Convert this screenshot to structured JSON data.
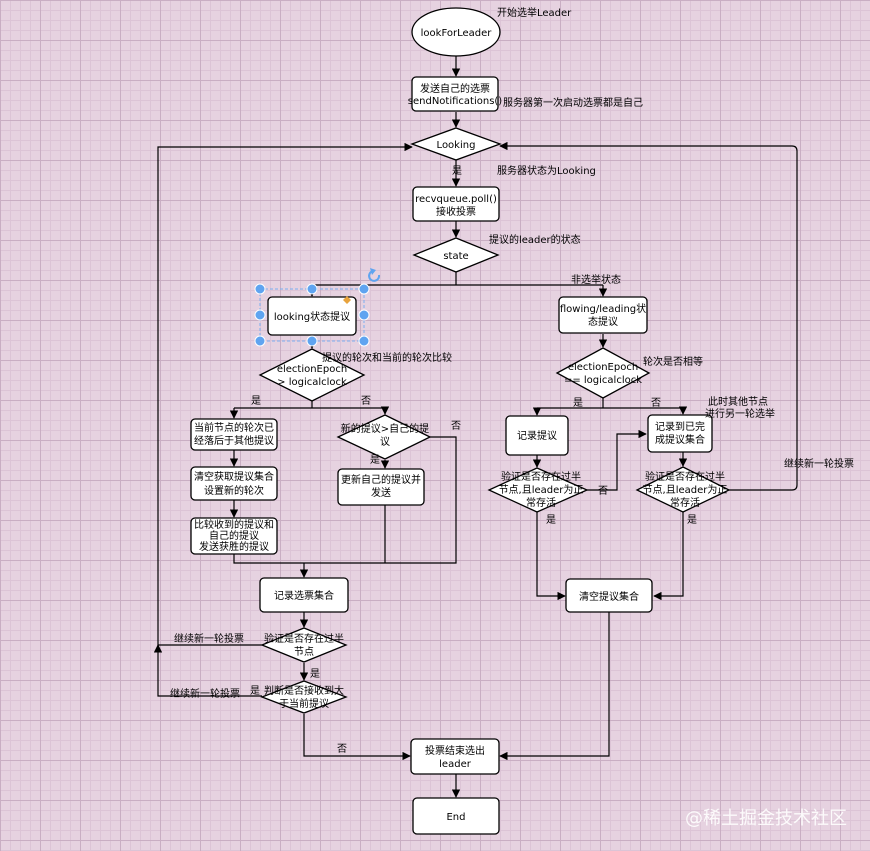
{
  "nodes": {
    "start": "lookForLeader",
    "send_line1": "发送自己的选票",
    "send_line2": "sendNotifications()",
    "looking": "Looking",
    "poll_line1": "recvqueue.poll()",
    "poll_line2": "接收投票",
    "state": "state",
    "looking_prop": "looking状态提议",
    "flowing_line1": "flowing/leading状",
    "flowing_line2": "态提议",
    "epoch_l_line1": "electionEpoch",
    "epoch_l_line2": "> logicalclock",
    "epoch_r_line1": "electionEpoch",
    "epoch_r_line2": "== logicalclock",
    "behind_line1": "当前节点的轮次已",
    "behind_line2": "经落后于其他提议",
    "newer_line1": "新的提议>自己的提",
    "newer_line2": "议",
    "clear_set_line1": "清空获取提议集合",
    "clear_set_line2": "设置新的轮次",
    "update_line1": "更新自己的提议并",
    "update_line2": "发送",
    "compare_line1": "比较收到的提议和",
    "compare_line2": "自己的提议",
    "compare_line3": "发送获胜的提议",
    "record_votes": "记录选票集合",
    "verify_half_line1": "验证是否存在过半",
    "verify_half_line2": "节点",
    "check_recv_line1": "判断是否接收到大",
    "check_recv_line2": "于当前提议",
    "record_prop": "记录提议",
    "verify_r1_line1": "验证是否存在过半",
    "verify_r1_line2": "节点,且leader为正",
    "verify_r1_line3": "常存活",
    "record_done_line1": "记录到已完",
    "record_done_line2": "成提议集合",
    "verify_r2_line1": "验证是否存在过半",
    "verify_r2_line2": "节点,且leader为正",
    "verify_r2_line3": "常存活",
    "clear_prop": "清空提议集合",
    "finish_line1": "投票结束选出",
    "finish_line2": "leader",
    "end": "End"
  },
  "annotations": {
    "start_note": "开始选举Leader",
    "send_note": "服务器第一次启动选票都是自己",
    "yes_looking": "是",
    "server_state": "服务器状态为Looking",
    "proposal_state": "提议的leader的状态",
    "non_election": "非选举状态",
    "epoch_compare": "提议的轮次和当前的轮次比较",
    "epoch_equal": "轮次是否相等",
    "yes_left": "是",
    "no_left": "否",
    "yes_newer": "是",
    "no_newer": "否",
    "yes_right": "是",
    "no_right": "否",
    "other_nodes_line1": "此时其他节点",
    "other_nodes_line2": "进行另一轮选举",
    "no_r1": "否",
    "yes_r1": "是",
    "yes_r2": "是",
    "continue_right": "继续新一轮投票",
    "continue_1": "继续新一轮投票",
    "yes_half": "是",
    "continue_2": "继续新一轮投票",
    "yes_check": "是",
    "no_check": "否"
  },
  "watermark": "@稀土掘金技术社区"
}
